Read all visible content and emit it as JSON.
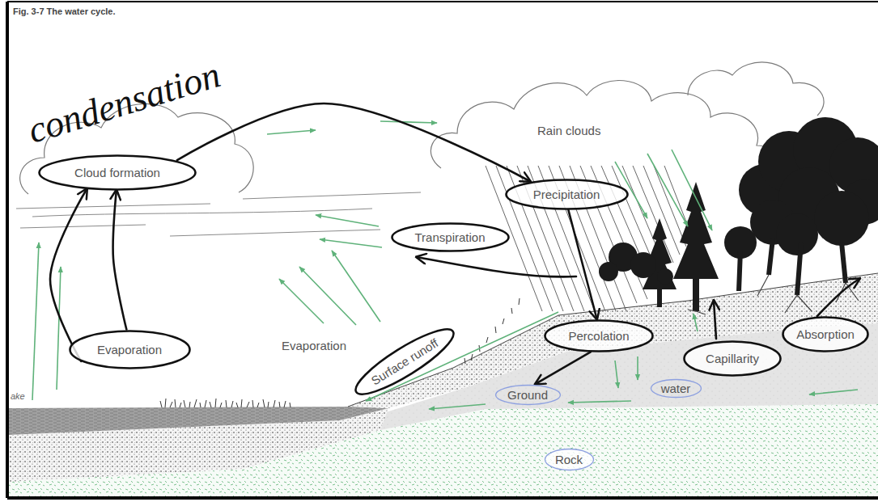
{
  "diagram": {
    "title": "Fig. 3-7 The water cycle.",
    "nodes": [
      {
        "text": [
          "Cloud formation"
        ]
      },
      {
        "text": [
          "Precipitation"
        ]
      },
      {
        "text": [
          "Transpiration"
        ]
      },
      {
        "text": [
          "Evaporation"
        ]
      },
      {
        "text": [
          "Surface runoff"
        ]
      },
      {
        "text": [
          "Percolation"
        ]
      },
      {
        "text": [
          "Capillarity"
        ]
      },
      {
        "text": [
          "Absorption"
        ]
      },
      {
        "text": [
          "Ground"
        ]
      },
      {
        "text": [
          "water"
        ]
      },
      {
        "text": [
          "Rock"
        ]
      }
    ],
    "edges": [
      {
        "from": 3,
        "to": 0,
        "arrow": "to"
      },
      {
        "from": 3,
        "to": 0,
        "arrow": "to"
      },
      {
        "from": 0,
        "to": 1,
        "arrow": "to"
      },
      {
        "from": 1,
        "to": 5,
        "arrow": "to"
      },
      {
        "from": 5,
        "to": 8,
        "arrow": "to"
      }
    ],
    "labels": [
      "condensation",
      "Rain clouds",
      "Evaporation",
      "ake"
    ]
  }
}
